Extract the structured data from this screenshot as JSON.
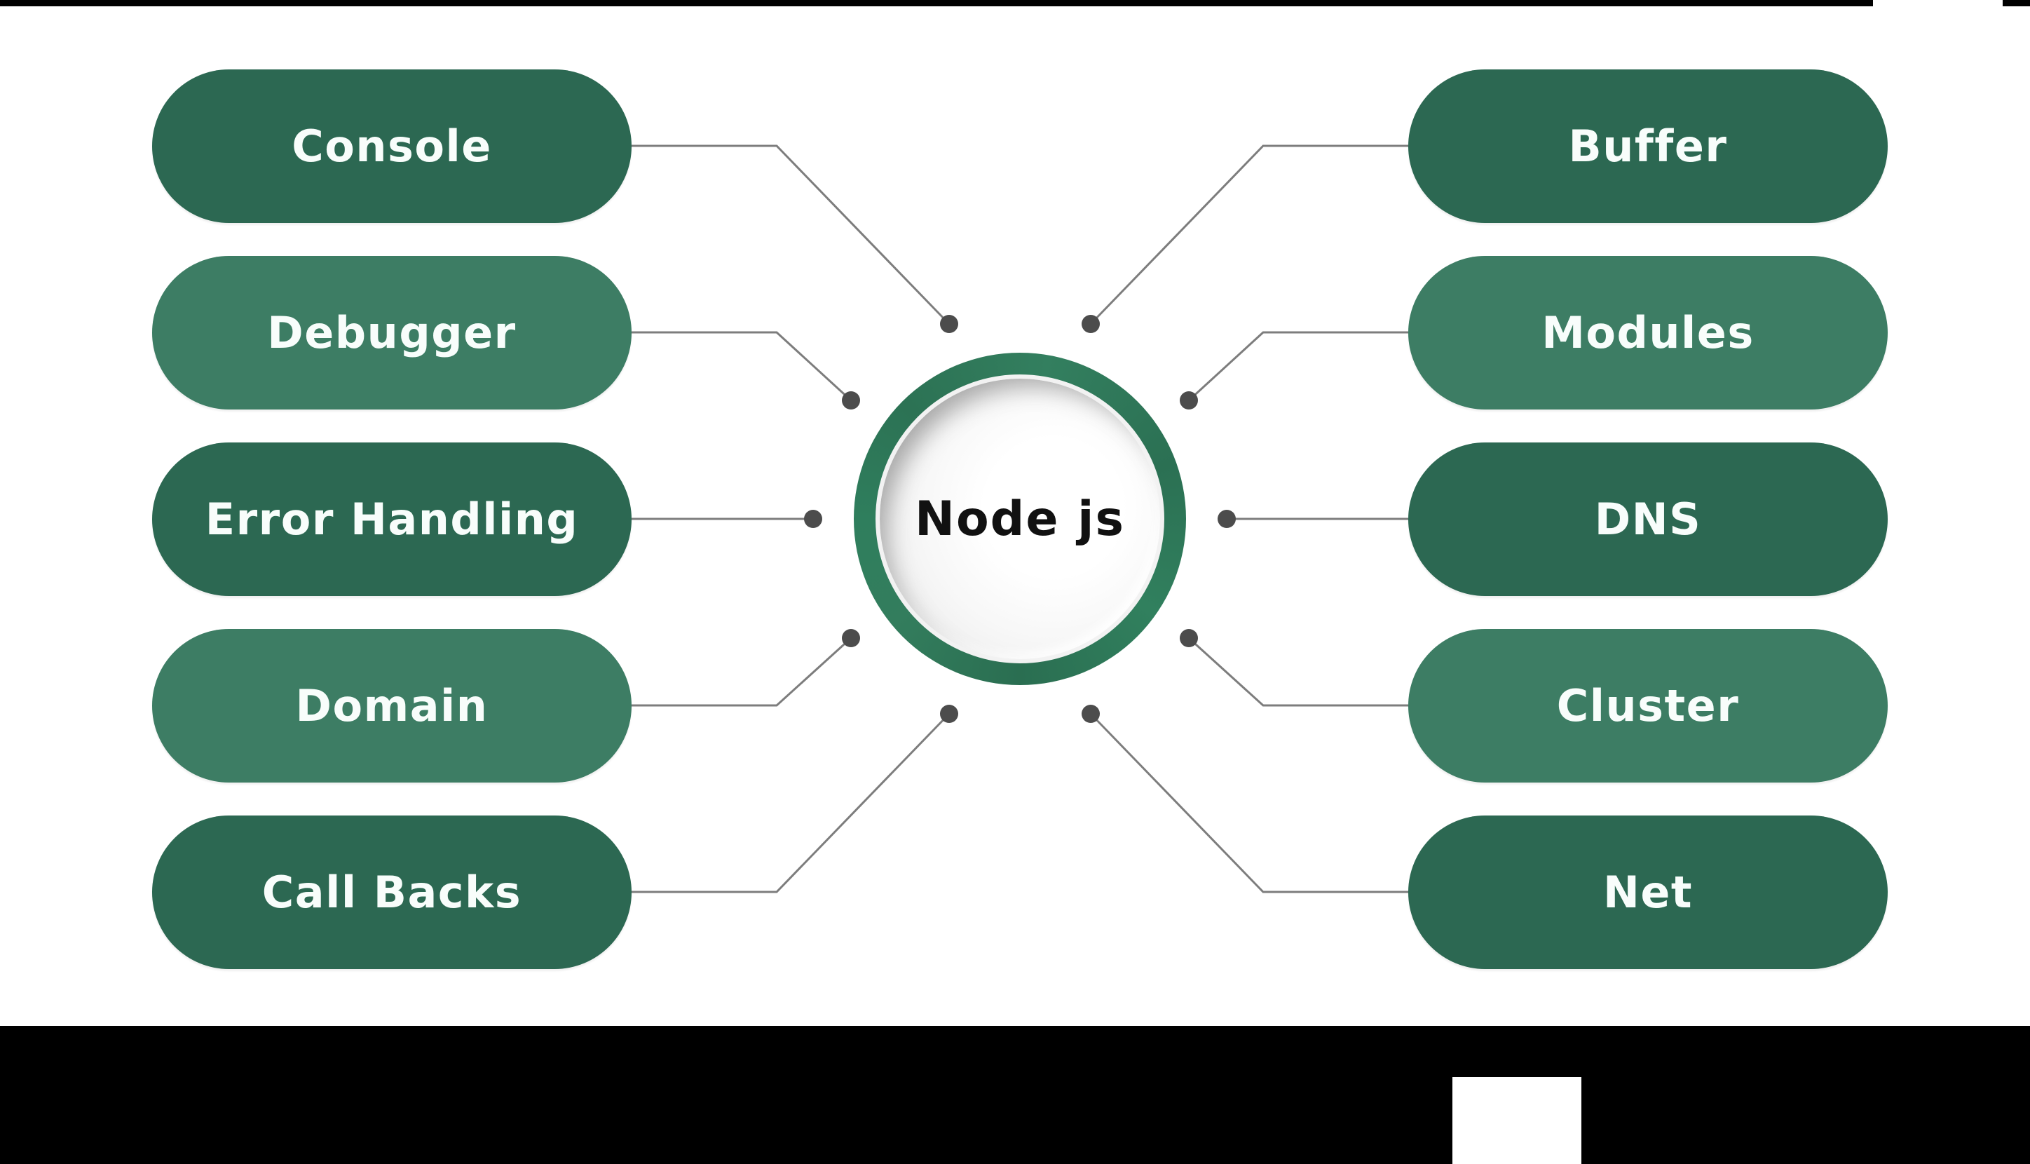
{
  "diagram": {
    "title": "Node js",
    "center": {
      "label": "Node js"
    },
    "left_nodes": [
      {
        "label": "Console",
        "tone": "dark"
      },
      {
        "label": "Debugger",
        "tone": "light"
      },
      {
        "label": "Error Handling",
        "tone": "dark"
      },
      {
        "label": "Domain",
        "tone": "light"
      },
      {
        "label": "Call Backs",
        "tone": "dark"
      }
    ],
    "right_nodes": [
      {
        "label": "Buffer",
        "tone": "dark"
      },
      {
        "label": "Modules",
        "tone": "light"
      },
      {
        "label": "DNS",
        "tone": "dark"
      },
      {
        "label": "Cluster",
        "tone": "light"
      },
      {
        "label": "Net",
        "tone": "dark"
      }
    ],
    "colors": {
      "pill_dark": "#2c6852",
      "pill_light": "#3d7d64",
      "ring_green": "#2e7958",
      "connector_gray": "#7d7d7d",
      "dot_gray": "#4c4c4c",
      "bar_black": "#000000",
      "background": "#ffffff",
      "center_text": "#111111",
      "pill_text": "#f8fdfb"
    }
  }
}
